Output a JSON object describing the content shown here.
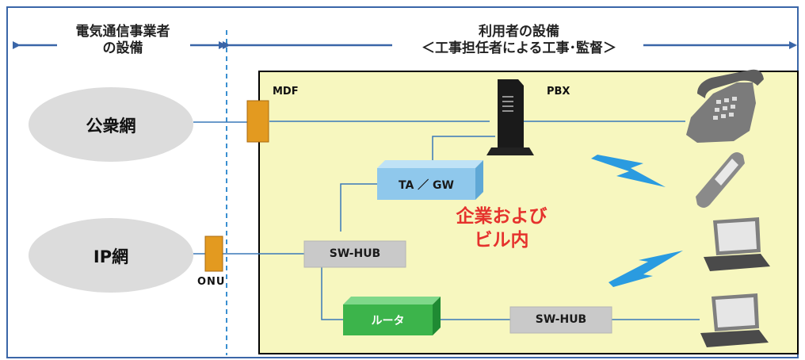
{
  "header": {
    "left_lines": [
      "電気通信事業者",
      "の設備"
    ],
    "right_lines": [
      "利用者の設備",
      "＜工事担任者による工事･監督＞"
    ]
  },
  "networks": {
    "public": "公衆網",
    "ip": "IP網"
  },
  "devices": {
    "mdf": "MDF",
    "pbx": "PBX",
    "onu": "ONU",
    "ta_gw": "TA ／ GW",
    "sw_hub_1": "SW-HUB",
    "sw_hub_2": "SW-HUB",
    "router": "ルータ"
  },
  "center_lines": [
    "企業および",
    "ビル内"
  ],
  "colors": {
    "frame": "#3a66a8",
    "premises_fill": "#f7f7bf",
    "cloud": "#dcdcdc",
    "connector": "#e39a20",
    "ta_gw": "#8fc8ec",
    "hub": "#c9c9c9",
    "router": "#3cb44b",
    "lightning": "#2a9be0",
    "highlight_text": "#e5322d"
  },
  "icons": [
    "telephone-icon",
    "mobile-phone-icon",
    "laptop-icon",
    "laptop-icon",
    "lightning-icon"
  ]
}
